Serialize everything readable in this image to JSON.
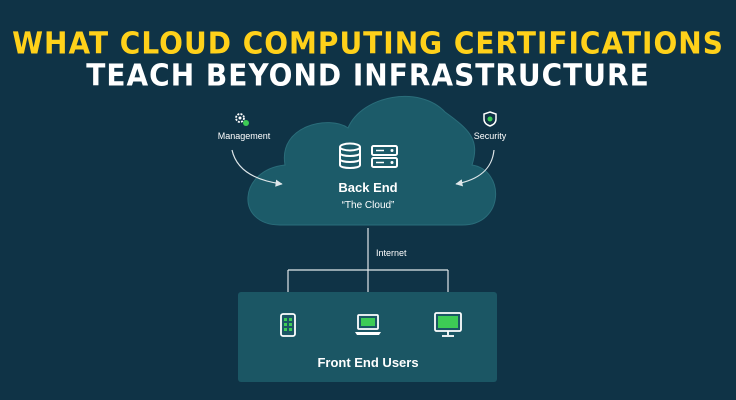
{
  "title": {
    "line1": "WHAT CLOUD COMPUTING CERTIFICATIONS",
    "line2": "TEACH BEYOND INFRASTRUCTURE"
  },
  "diagram": {
    "management": {
      "label": "Management",
      "icon": "gear-icon"
    },
    "security": {
      "label": "Security",
      "icon": "shield-icon"
    },
    "back_end": {
      "title": "Back End",
      "subtitle": "“The Cloud”",
      "icons": [
        "database-icon",
        "server-icon"
      ]
    },
    "connection": {
      "label": "Internet"
    },
    "front_end": {
      "label": "Front End Users",
      "devices": [
        "mobile-icon",
        "laptop-icon",
        "monitor-icon"
      ]
    }
  },
  "colors": {
    "background": "#0f3346",
    "accent_yellow": "#ffd11a",
    "accent_green": "#3dcc55",
    "cloud_fill": "#1c5b69",
    "panel_fill": "#1b5664"
  }
}
